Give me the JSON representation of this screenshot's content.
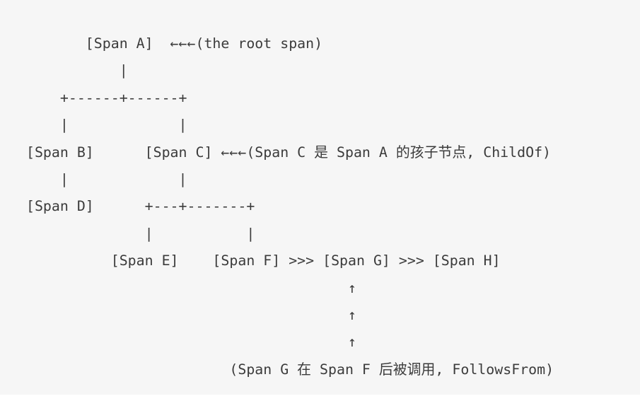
{
  "colors": {
    "page_background": "#ffffff",
    "panel_background": "#f6f6f6",
    "text": "#3b3b3b"
  },
  "diagram": {
    "type": "ascii-span-tree",
    "spans": [
      "Span A",
      "Span B",
      "Span C",
      "Span D",
      "Span E",
      "Span F",
      "Span G",
      "Span H"
    ],
    "annotations": {
      "root": "←←←(the root span)",
      "child_of": "←←←(Span C 是 Span A 的孩子节点, ChildOf)",
      "follows_from": "(Span G 在 Span F 后被调用, FollowsFrom)"
    },
    "lines": [
      "        [Span A]  ←←←(the root span)",
      "            |",
      "     +------+------+",
      "     |             |",
      " [Span B]      [Span C] ←←←(Span C 是 Span A 的孩子节点, ChildOf)",
      "     |             |",
      " [Span D]      +---+-------+",
      "               |           |",
      "           [Span E]    [Span F] >>> [Span G] >>> [Span H]",
      "                                       ↑",
      "                                       ↑",
      "                                       ↑",
      "                         (Span G 在 Span F 后被调用, FollowsFrom)"
    ]
  }
}
